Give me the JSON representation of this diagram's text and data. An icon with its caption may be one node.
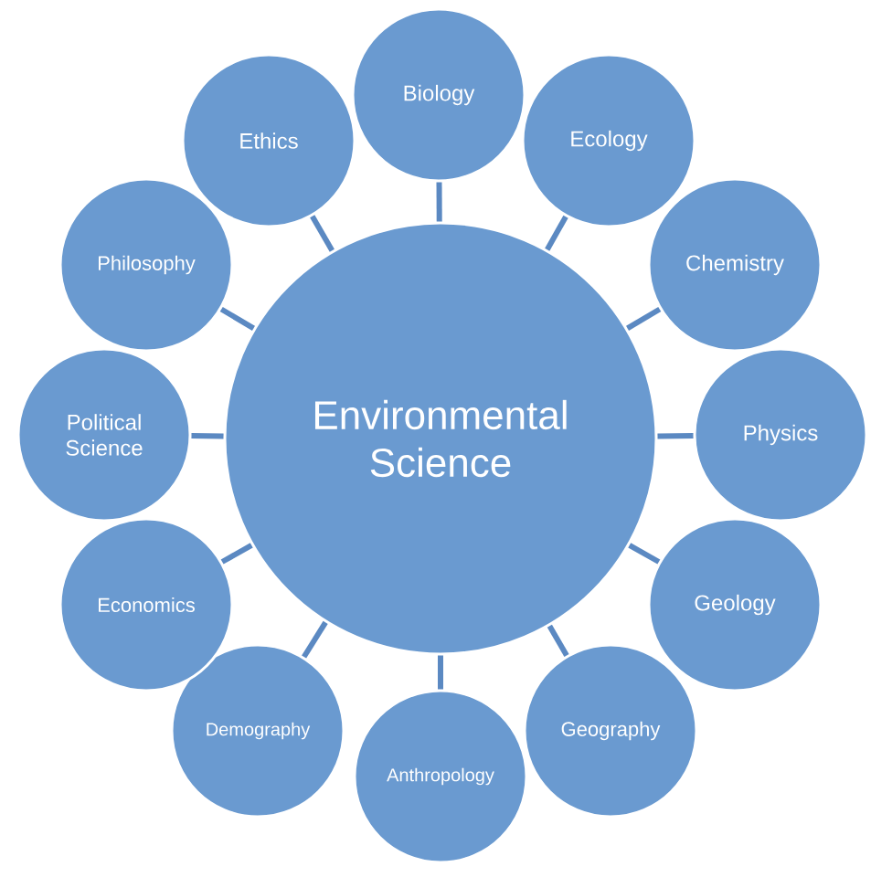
{
  "diagram": {
    "nodes": [
      {
        "text": [
          "Environmental Science"
        ]
      },
      {
        "text": [
          "Biology"
        ]
      },
      {
        "text": [
          "Ecology"
        ]
      },
      {
        "text": [
          "Chemistry"
        ]
      },
      {
        "text": [
          "Physics"
        ]
      },
      {
        "text": [
          "Geology"
        ]
      },
      {
        "text": [
          "Geography"
        ]
      },
      {
        "text": [
          "Anthropology"
        ]
      },
      {
        "text": [
          "Demography"
        ]
      },
      {
        "text": [
          "Economics"
        ]
      },
      {
        "text": [
          "Political Science"
        ]
      },
      {
        "text": [
          "Philosophy"
        ]
      },
      {
        "text": [
          "Ethics"
        ]
      }
    ],
    "edges": [
      {
        "from": 0,
        "to": 1,
        "arrow": "none"
      },
      {
        "from": 0,
        "to": 2,
        "arrow": "none"
      },
      {
        "from": 0,
        "to": 3,
        "arrow": "none"
      },
      {
        "from": 0,
        "to": 4,
        "arrow": "none"
      },
      {
        "from": 0,
        "to": 5,
        "arrow": "none"
      },
      {
        "from": 0,
        "to": 6,
        "arrow": "none"
      },
      {
        "from": 0,
        "to": 7,
        "arrow": "none"
      },
      {
        "from": 0,
        "to": 8,
        "arrow": "none"
      },
      {
        "from": 0,
        "to": 9,
        "arrow": "none"
      },
      {
        "from": 0,
        "to": 10,
        "arrow": "none"
      },
      {
        "from": 0,
        "to": 11,
        "arrow": "none"
      },
      {
        "from": 0,
        "to": 12,
        "arrow": "none"
      }
    ]
  }
}
